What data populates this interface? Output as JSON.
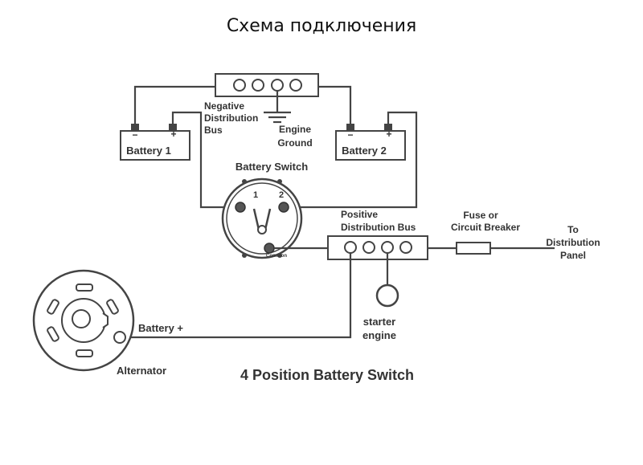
{
  "page": {
    "title": "Схема подключения",
    "caption": "4 Position Battery Switch"
  },
  "labels": {
    "battery1": "Battery 1",
    "battery2": "Battery 2",
    "minus": "−",
    "plus": "+",
    "negative_bus": [
      "Negative",
      "Distribution",
      "Bus"
    ],
    "engine_ground": [
      "Engine",
      "Ground"
    ],
    "battery_switch": "Battery Switch",
    "switch_pos_1": "1",
    "switch_pos_2": "2",
    "switch_common": "Common",
    "positive_bus": [
      "Positive",
      "Distribution Bus"
    ],
    "fuse": [
      "Fuse or",
      "Circuit Breaker"
    ],
    "distribution_panel": [
      "To",
      "Distribution",
      "Panel"
    ],
    "starter": [
      "starter",
      "engine"
    ],
    "battery_plus": "Battery +",
    "alternator": "Alternator"
  },
  "colors": {
    "line": "#444444",
    "text": "#333333",
    "background": "#ffffff"
  }
}
